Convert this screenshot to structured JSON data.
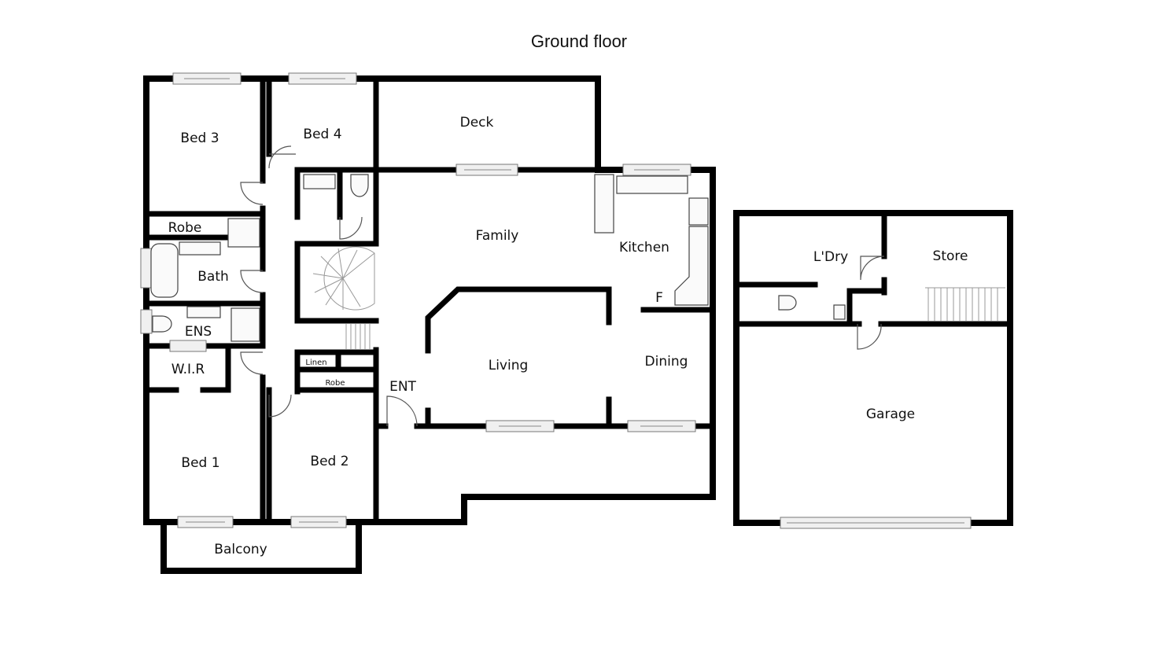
{
  "title": "Ground floor",
  "rooms": {
    "bed3": "Bed 3",
    "bed4": "Bed 4",
    "deck": "Deck",
    "robe": "Robe",
    "bath": "Bath",
    "ens": "ENS",
    "wir": "W.I.R",
    "bed1": "Bed 1",
    "bed2": "Bed 2",
    "balcony": "Balcony",
    "linen": "Linen",
    "robe_small": "Robe",
    "entry": "ENT",
    "family": "Family",
    "kitchen": "Kitchen",
    "fridge": "F",
    "living": "Living",
    "dining": "Dining",
    "laundry": "L'Dry",
    "store": "Store",
    "garage": "Garage"
  }
}
